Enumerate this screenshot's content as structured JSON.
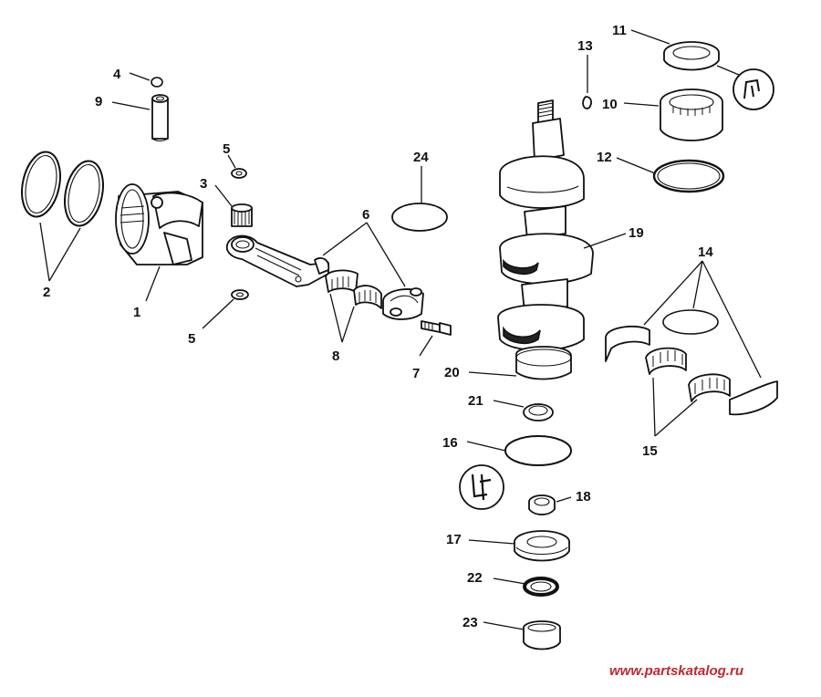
{
  "callouts": {
    "c1": "1",
    "c2": "2",
    "c3": "3",
    "c4": "4",
    "c5a": "5",
    "c5b": "5",
    "c6": "6",
    "c7": "7",
    "c8": "8",
    "c9": "9",
    "c10": "10",
    "c11": "11",
    "c12": "12",
    "c13": "13",
    "c14": "14",
    "c15": "15",
    "c16": "16",
    "c17": "17",
    "c18": "18",
    "c19": "19",
    "c20": "20",
    "c21": "21",
    "c22": "22",
    "c23": "23",
    "c24": "24"
  },
  "watermark": "www.partskatalog.ru",
  "colors": {
    "line": "#111111",
    "watermark": "#c0282e",
    "background": "#ffffff"
  }
}
